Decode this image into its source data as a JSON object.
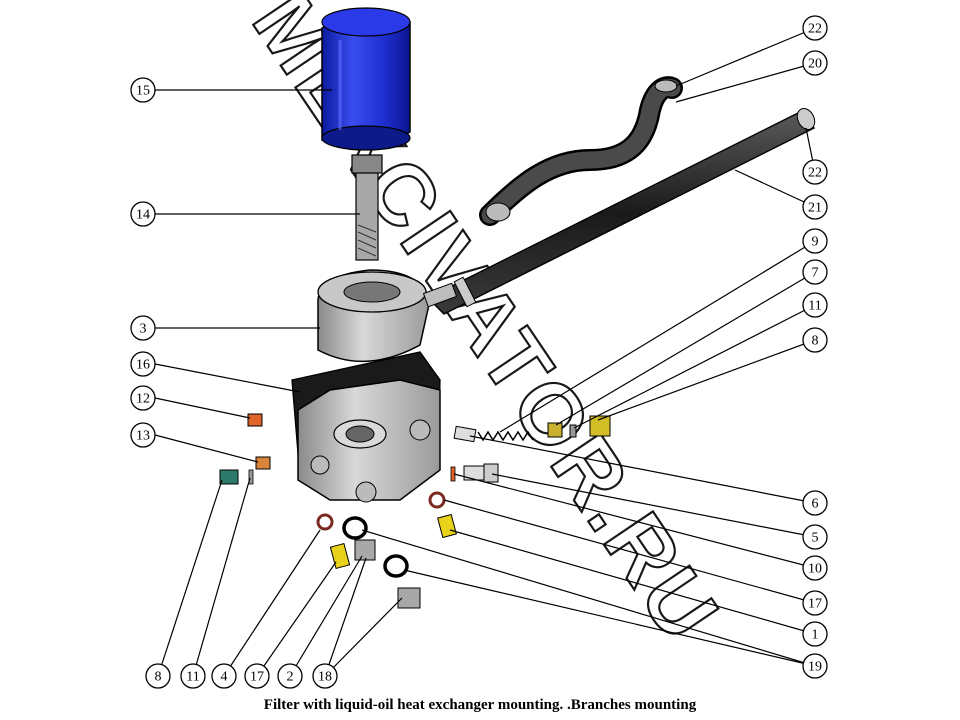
{
  "caption": "Filter with liquid-oil heat exchanger mounting. .Branches mounting",
  "watermark": "MEXCIVATOR.RU",
  "callouts": [
    "22",
    "20",
    "15",
    "14",
    "22",
    "21",
    "9",
    "7",
    "11",
    "8",
    "3",
    "16",
    "12",
    "13",
    "6",
    "5",
    "10",
    "17",
    "1",
    "19",
    "8",
    "11",
    "4",
    "17",
    "2",
    "18"
  ],
  "colors": {
    "filter_blue": "#1f2fd0",
    "body_gray": "#b8b8b8",
    "hose_dark": "#2a2a2a",
    "fitting_yellow": "#e8d21a",
    "plug_orange": "#e0642a",
    "plug_green": "#2e7a6a",
    "ring_brown": "#7a2a20"
  }
}
